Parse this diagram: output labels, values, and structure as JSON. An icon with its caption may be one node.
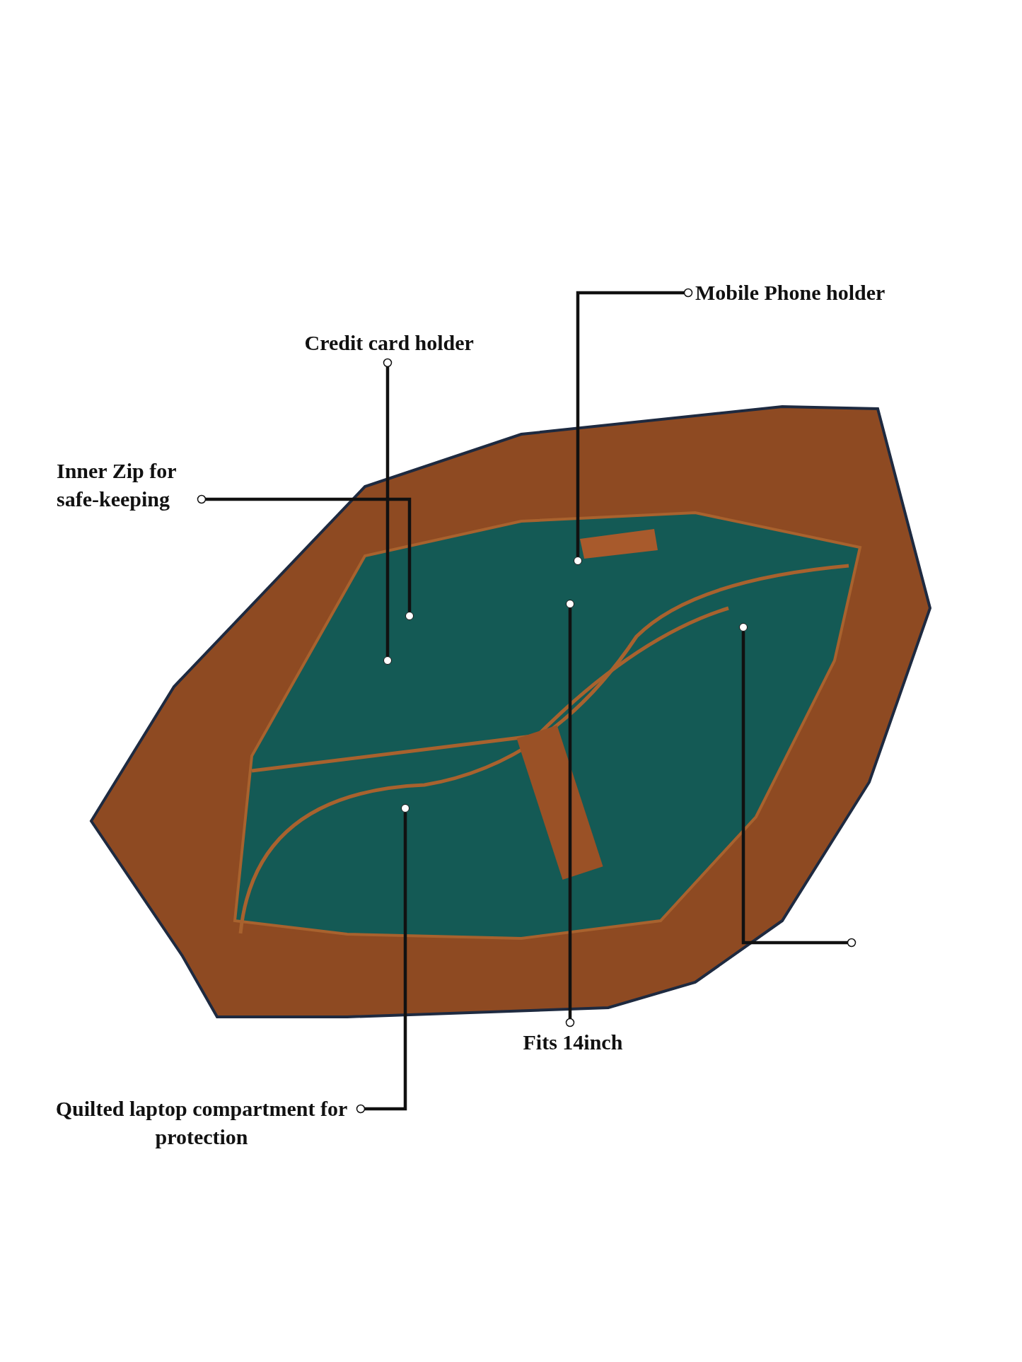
{
  "diagram": {
    "nodes": [
      {
        "text": [
          "Mobile Phone holder"
        ]
      },
      {
        "text": [
          "Credit card holder"
        ]
      },
      {
        "text": [
          "Inner Zip for safe-keeping"
        ]
      },
      {
        "text": [
          "Fits 14inch"
        ]
      },
      {
        "text": [
          "Quilted laptop compartment for protection"
        ]
      },
      {
        "text": [],
        "shape": "circle"
      },
      {
        "text": [],
        "shape": "circle"
      },
      {
        "text": [],
        "shape": "circle"
      },
      {
        "text": [],
        "shape": "circle"
      },
      {
        "text": [],
        "shape": "circle"
      },
      {
        "text": [],
        "shape": "circle"
      }
    ],
    "edges": [
      {
        "from": 0,
        "to": 5,
        "arrow": "other"
      },
      {
        "from": 1,
        "to": 6,
        "arrow": "other"
      },
      {
        "from": 2,
        "to": 7,
        "arrow": "other"
      },
      {
        "from": 3,
        "to": 8,
        "arrow": "other"
      },
      {
        "from": 4,
        "to": 9,
        "arrow": "other"
      },
      {
        "from": null,
        "to": 10,
        "arrow": "other"
      }
    ]
  }
}
